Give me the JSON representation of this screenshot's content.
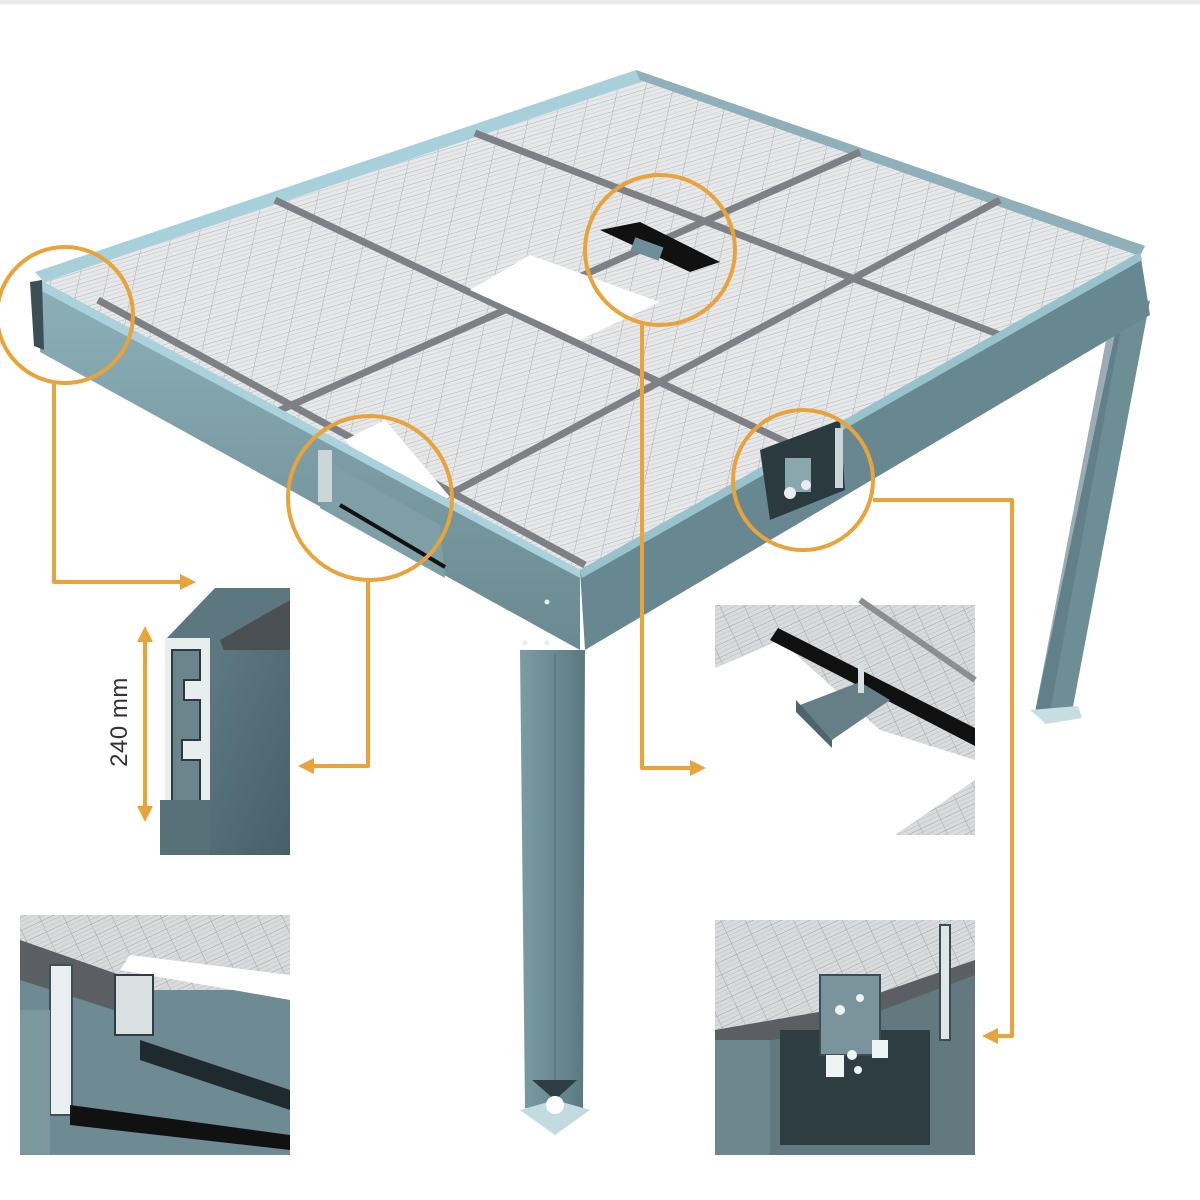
{
  "figure": {
    "subject": "Solar panel pergola structure with detail callouts",
    "colors": {
      "frame": "#6f8f98",
      "frame_light": "#8fb0b8",
      "frame_edge": "#a9d2dc",
      "frame_dark": "#4f6a72",
      "panel": "#e4e6e8",
      "panel_grid": "#a7abaf",
      "panel_seam": "#7d8084",
      "callout": "#e8a33a",
      "opening": "#ffffff",
      "gap": "#111111"
    },
    "dimension": {
      "value": "240 mm",
      "orientation": "vertical"
    },
    "callouts": [
      {
        "id": "corner-profile",
        "target": "left front corner",
        "detail_panel": "top-left",
        "arrow_direction": "right"
      },
      {
        "id": "gutter-channel",
        "target": "front beam opening",
        "detail_panel": "bottom-left",
        "arrow_direction": "left"
      },
      {
        "id": "panel-joint-rail",
        "target": "roof center opening",
        "detail_panel": "top-right",
        "arrow_direction": "right"
      },
      {
        "id": "beam-bracket",
        "target": "right front beam",
        "detail_panel": "bottom-right",
        "arrow_direction": "left"
      }
    ]
  }
}
